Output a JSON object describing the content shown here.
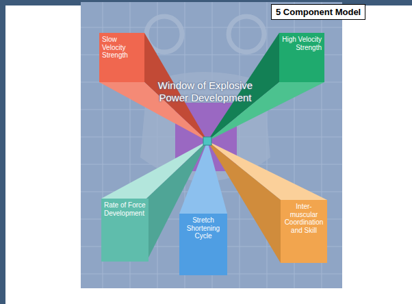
{
  "diagram": {
    "title": "5 Component Model",
    "nodes": [
      {
        "text": [
          "Slow Velocity Strength"
        ]
      },
      {
        "text": [
          "High Velocity Strength"
        ]
      },
      {
        "text": [
          "Rate of Force Development"
        ]
      },
      {
        "text": [
          "Stretch Shortening Cycle"
        ]
      },
      {
        "text": [
          "Inter-muscular Coordination and Skill"
        ]
      }
    ],
    "labels": [
      "Window of Explosive Power Development"
    ]
  }
}
